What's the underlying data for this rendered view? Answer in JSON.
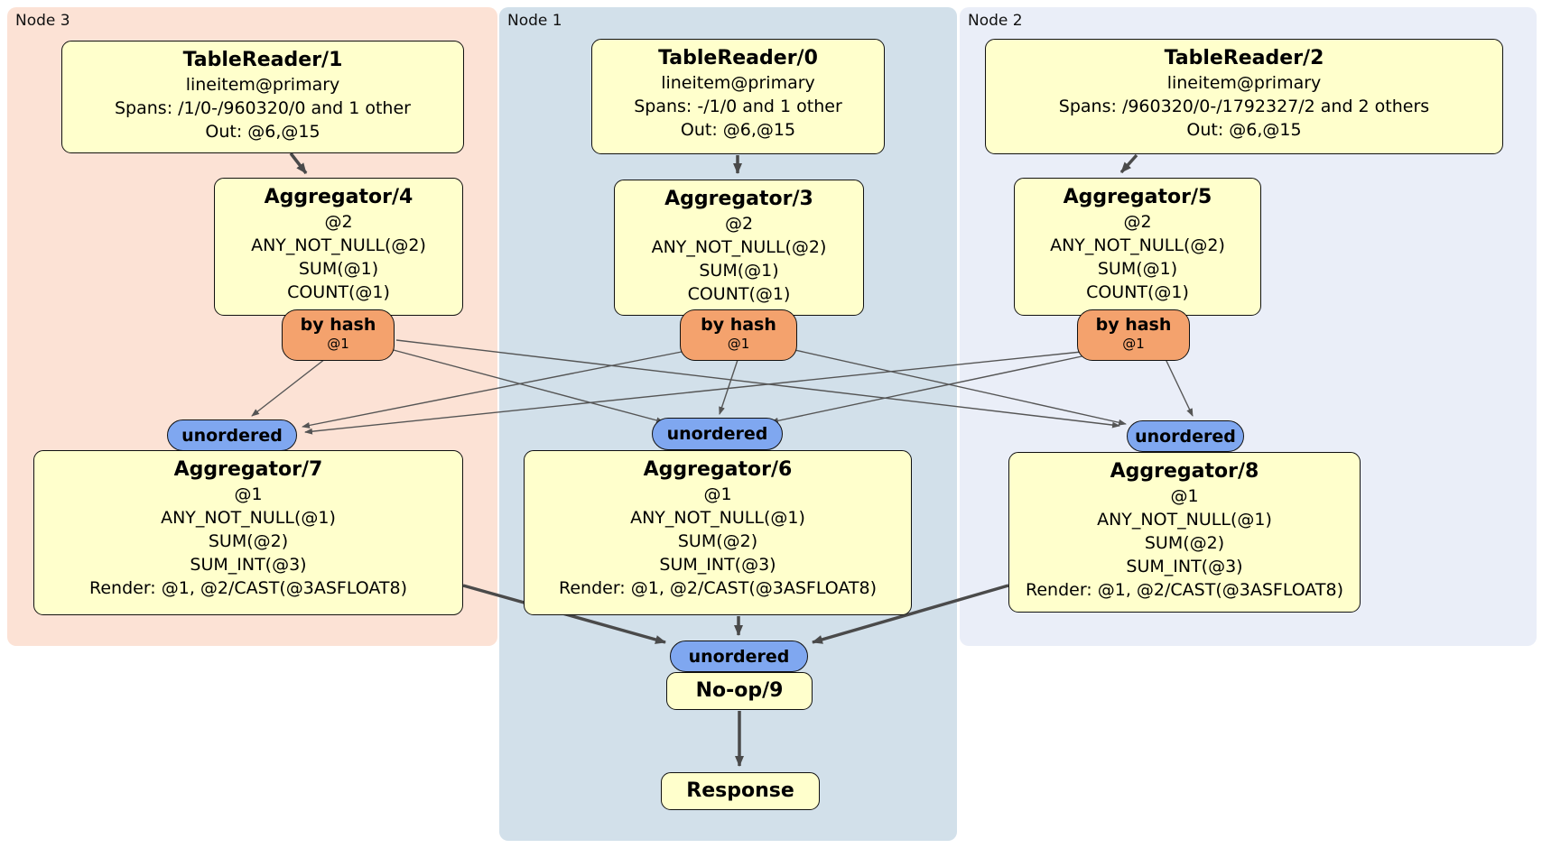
{
  "regions": [
    {
      "label": "Node 3"
    },
    {
      "label": "Node 1"
    },
    {
      "label": "Node 2"
    }
  ],
  "processors": {
    "tablereader1": {
      "title": "TableReader/1",
      "lines": [
        "lineitem@primary",
        "Spans: /1/0-/960320/0 and 1 other",
        "Out: @6,@15"
      ]
    },
    "tablereader0": {
      "title": "TableReader/0",
      "lines": [
        "lineitem@primary",
        "Spans: -/1/0 and 1 other",
        "Out: @6,@15"
      ]
    },
    "tablereader2": {
      "title": "TableReader/2",
      "lines": [
        "lineitem@primary",
        "Spans: /960320/0-/1792327/2 and 2 others",
        "Out: @6,@15"
      ]
    },
    "aggregator4": {
      "title": "Aggregator/4",
      "lines": [
        "@2",
        "ANY_NOT_NULL(@2)",
        "SUM(@1)",
        "COUNT(@1)"
      ]
    },
    "aggregator3": {
      "title": "Aggregator/3",
      "lines": [
        "@2",
        "ANY_NOT_NULL(@2)",
        "SUM(@1)",
        "COUNT(@1)"
      ]
    },
    "aggregator5": {
      "title": "Aggregator/5",
      "lines": [
        "@2",
        "ANY_NOT_NULL(@2)",
        "SUM(@1)",
        "COUNT(@1)"
      ]
    },
    "aggregator7": {
      "title": "Aggregator/7",
      "lines": [
        "@1",
        "ANY_NOT_NULL(@1)",
        "SUM(@2)",
        "SUM_INT(@3)",
        "Render: @1, @2/CAST(@3ASFLOAT8)"
      ]
    },
    "aggregator6": {
      "title": "Aggregator/6",
      "lines": [
        "@1",
        "ANY_NOT_NULL(@1)",
        "SUM(@2)",
        "SUM_INT(@3)",
        "Render: @1, @2/CAST(@3ASFLOAT8)"
      ]
    },
    "aggregator8": {
      "title": "Aggregator/8",
      "lines": [
        "@1",
        "ANY_NOT_NULL(@1)",
        "SUM(@2)",
        "SUM_INT(@3)",
        "Render: @1, @2/CAST(@3ASFLOAT8)"
      ]
    },
    "noop9": {
      "title": "No-op/9"
    },
    "response": {
      "title": "Response"
    }
  },
  "routers": [
    {
      "label": "by hash",
      "stream": "@1"
    },
    {
      "label": "by hash",
      "stream": "@1"
    },
    {
      "label": "by hash",
      "stream": "@1"
    }
  ],
  "syncs": [
    {
      "label": "unordered"
    },
    {
      "label": "unordered"
    },
    {
      "label": "unordered"
    },
    {
      "label": "unordered"
    }
  ],
  "edges": [
    {
      "from": "TableReader/1",
      "to": "Aggregator/4",
      "style": "thick"
    },
    {
      "from": "TableReader/0",
      "to": "Aggregator/3",
      "style": "thick"
    },
    {
      "from": "TableReader/2",
      "to": "Aggregator/5",
      "style": "thick"
    },
    {
      "from": "Aggregator/4 by hash @1",
      "to": "unordered (Aggregator/7)",
      "style": "thin"
    },
    {
      "from": "Aggregator/4 by hash @1",
      "to": "unordered (Aggregator/6)",
      "style": "thin"
    },
    {
      "from": "Aggregator/4 by hash @1",
      "to": "unordered (Aggregator/8)",
      "style": "thin"
    },
    {
      "from": "Aggregator/3 by hash @1",
      "to": "unordered (Aggregator/7)",
      "style": "thin"
    },
    {
      "from": "Aggregator/3 by hash @1",
      "to": "unordered (Aggregator/6)",
      "style": "thin"
    },
    {
      "from": "Aggregator/3 by hash @1",
      "to": "unordered (Aggregator/8)",
      "style": "thin"
    },
    {
      "from": "Aggregator/5 by hash @1",
      "to": "unordered (Aggregator/7)",
      "style": "thin"
    },
    {
      "from": "Aggregator/5 by hash @1",
      "to": "unordered (Aggregator/6)",
      "style": "thin"
    },
    {
      "from": "Aggregator/5 by hash @1",
      "to": "unordered (Aggregator/8)",
      "style": "thin"
    },
    {
      "from": "Aggregator/7",
      "to": "unordered (No-op/9)",
      "style": "thick"
    },
    {
      "from": "Aggregator/6",
      "to": "unordered (No-op/9)",
      "style": "thick"
    },
    {
      "from": "Aggregator/8",
      "to": "unordered (No-op/9)",
      "style": "thick"
    },
    {
      "from": "No-op/9",
      "to": "Response",
      "style": "thick"
    }
  ],
  "colors": {
    "node3_bg": "#fce2d5",
    "node1_bg": "#d2e0ea",
    "node2_bg": "#eaeef8",
    "processor_fill": "#ffffcc",
    "router_fill": "#f4a26d",
    "sync_fill": "#7fa7f0",
    "box_border": "#111111",
    "edge_thin": "#555555",
    "edge_thick": "#4a4a4a"
  }
}
